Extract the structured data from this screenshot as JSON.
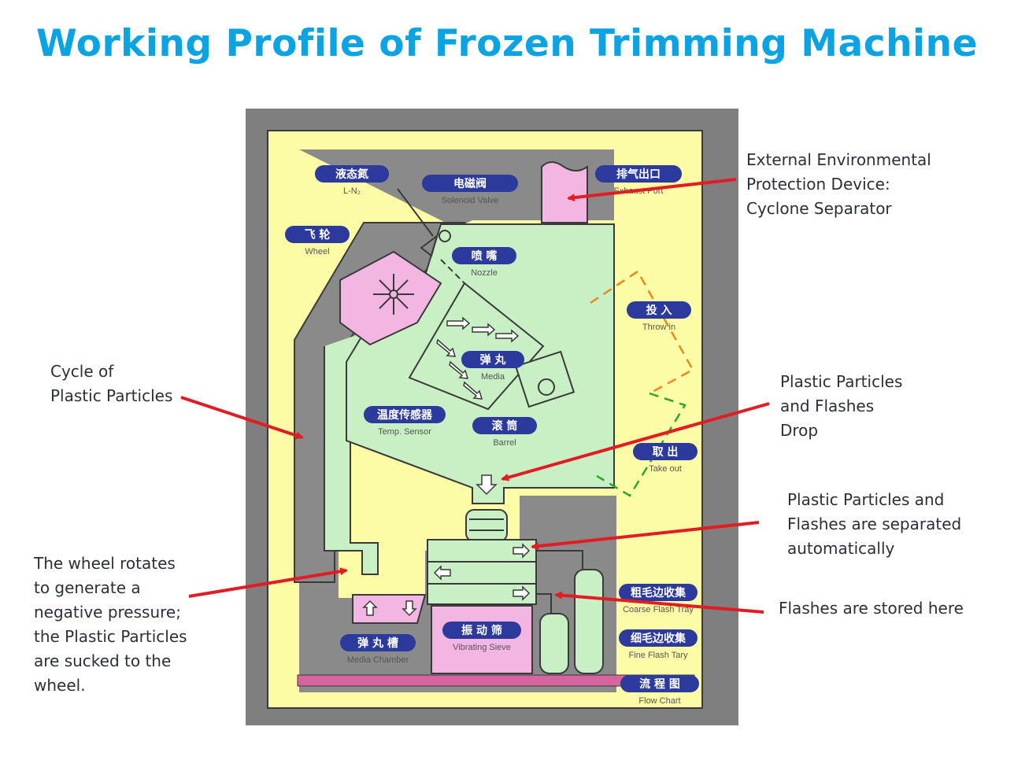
{
  "title": "Working Profile of Frozen Trimming Machine",
  "colors": {
    "title": "#0aa3e4",
    "frame": "#7f7f7f",
    "housing": "#fdfca6",
    "machine": "#c9efc5",
    "parts": "#f3b6e2",
    "label_pill": "#2b3a9c",
    "arrow": "#e31b23",
    "throw_in_path": "#e88a1a",
    "take_out_path": "#2fa52a"
  },
  "annotations": {
    "external_device": "External Environmental\nProtection Device:\nCyclone Separator",
    "cycle": "Cycle of\nPlastic Particles",
    "drop": "Plastic Particles\nand Flashes\nDrop",
    "separated": "Plastic Particles and\nFlashes are separated\nautomatically",
    "wheel": "The wheel rotates\nto generate a\nnegative pressure;\nthe Plastic Particles\nare sucked to the\nwheel.",
    "stored": "Flashes are stored here"
  },
  "labels": {
    "ln2_cn": "液态氮",
    "ln2_en": "L-N₂",
    "solenoid_cn": "电磁阀",
    "solenoid_en": "Solenoid Valve",
    "exhaust_cn": "排气出口",
    "exhaust_en": "Exhaust Port",
    "wheel_cn": "飞 轮",
    "wheel_en": "Wheel",
    "nozzle_cn": "喷 嘴",
    "nozzle_en": "Nozzle",
    "throwin_cn": "投 入",
    "throwin_en": "Throw in",
    "media_cn": "弹 丸",
    "media_en": "Media",
    "temp_cn": "温度传感器",
    "temp_en": "Temp. Sensor",
    "barrel_cn": "滚 筒",
    "barrel_en": "Barrel",
    "takeout_cn": "取 出",
    "takeout_en": "Take out",
    "coarse_cn": "粗毛边收集",
    "coarse_en": "Coarse Flash Tray",
    "fine_cn": "细毛边收集",
    "fine_en": "Fine Flash Tary",
    "sieve_cn": "振 动 筛",
    "sieve_en": "Vibrating Sieve",
    "chamber_cn": "弹 丸 槽",
    "chamber_en": "Media Chamber",
    "flow_cn": "流 程 图",
    "flow_en": "Flow Chart"
  }
}
